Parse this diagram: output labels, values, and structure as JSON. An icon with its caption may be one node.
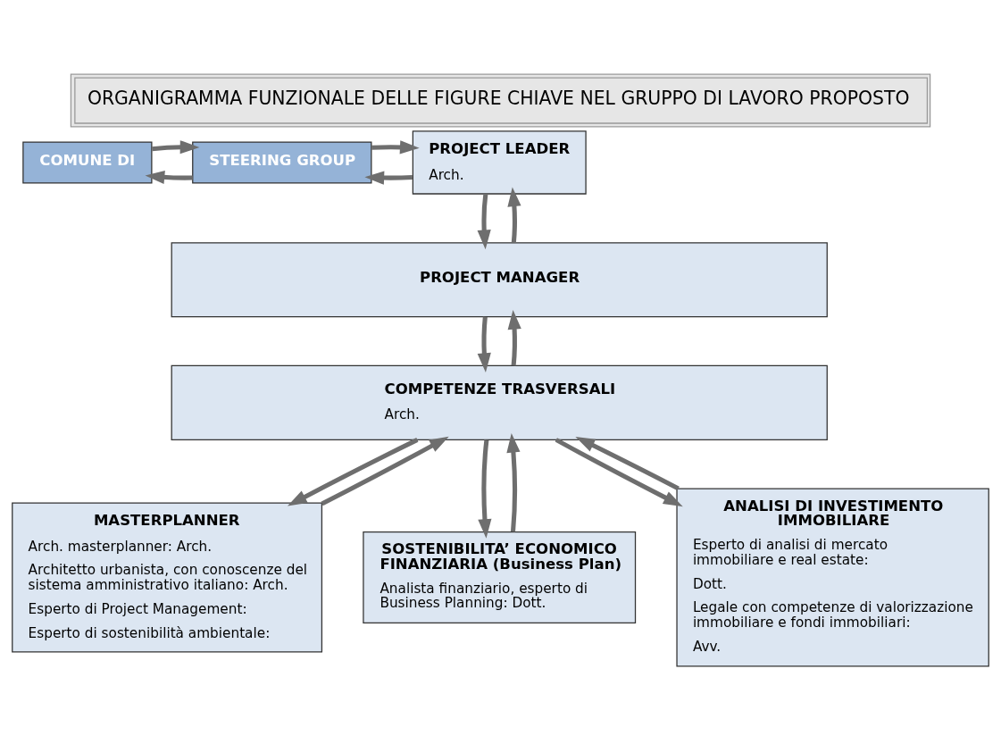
{
  "diagram": {
    "title": "ORGANIGRAMMA FUNZIONALE DELLE FIGURE CHIAVE NEL GRUPPO DI LAVORO PROPOSTO",
    "nodes": [
      {
        "text": [
          "COMUNE DI"
        ]
      },
      {
        "text": [
          "STEERING GROUP"
        ]
      },
      {
        "text": [
          "PROJECT LEADER",
          "Arch."
        ]
      },
      {
        "text": [
          "PROJECT MANAGER"
        ]
      },
      {
        "text": [
          "COMPETENZE TRASVERSALI",
          "Arch."
        ]
      },
      {
        "text": [
          "MASTERPLANNER",
          "Arch. masterplanner: Arch.",
          "Architetto urbanista, con conoscenze del sistema amministrativo italiano: Arch.",
          "Esperto di Project Management:",
          "Esperto di sostenibilità ambientale:"
        ]
      },
      {
        "text": [
          "SOSTENIBILITA’ ECONOMICO FINANZIARIA (Business Plan)",
          "Analista finanziario, esperto di Business Planning: Dott."
        ]
      },
      {
        "text": [
          "ANALISI DI INVESTIMENTO IMMOBILIARE",
          "Esperto di analisi di mercato immobiliare e real estate:",
          "Dott.",
          "Legale con competenze di valorizzazione immobiliare e fondi immobiliari:",
          "Avv."
        ]
      }
    ],
    "edges": [
      {
        "from": 1,
        "to": 0,
        "arrow": "to"
      },
      {
        "from": 0,
        "to": 1,
        "arrow": "to"
      },
      {
        "from": 2,
        "to": 1,
        "arrow": "to"
      },
      {
        "from": 1,
        "to": 2,
        "arrow": "to"
      },
      {
        "from": 3,
        "to": 2,
        "arrow": "to"
      },
      {
        "from": 2,
        "to": 3,
        "arrow": "to"
      },
      {
        "from": 4,
        "to": 3,
        "arrow": "to"
      },
      {
        "from": 3,
        "to": 4,
        "arrow": "to"
      },
      {
        "from": 5,
        "to": 4,
        "arrow": "to"
      },
      {
        "from": 4,
        "to": 5,
        "arrow": "to"
      },
      {
        "from": 6,
        "to": 4,
        "arrow": "to"
      },
      {
        "from": 4,
        "to": 6,
        "arrow": "to"
      },
      {
        "from": 7,
        "to": 4,
        "arrow": "to"
      },
      {
        "from": 4,
        "to": 7,
        "arrow": "to"
      }
    ]
  }
}
